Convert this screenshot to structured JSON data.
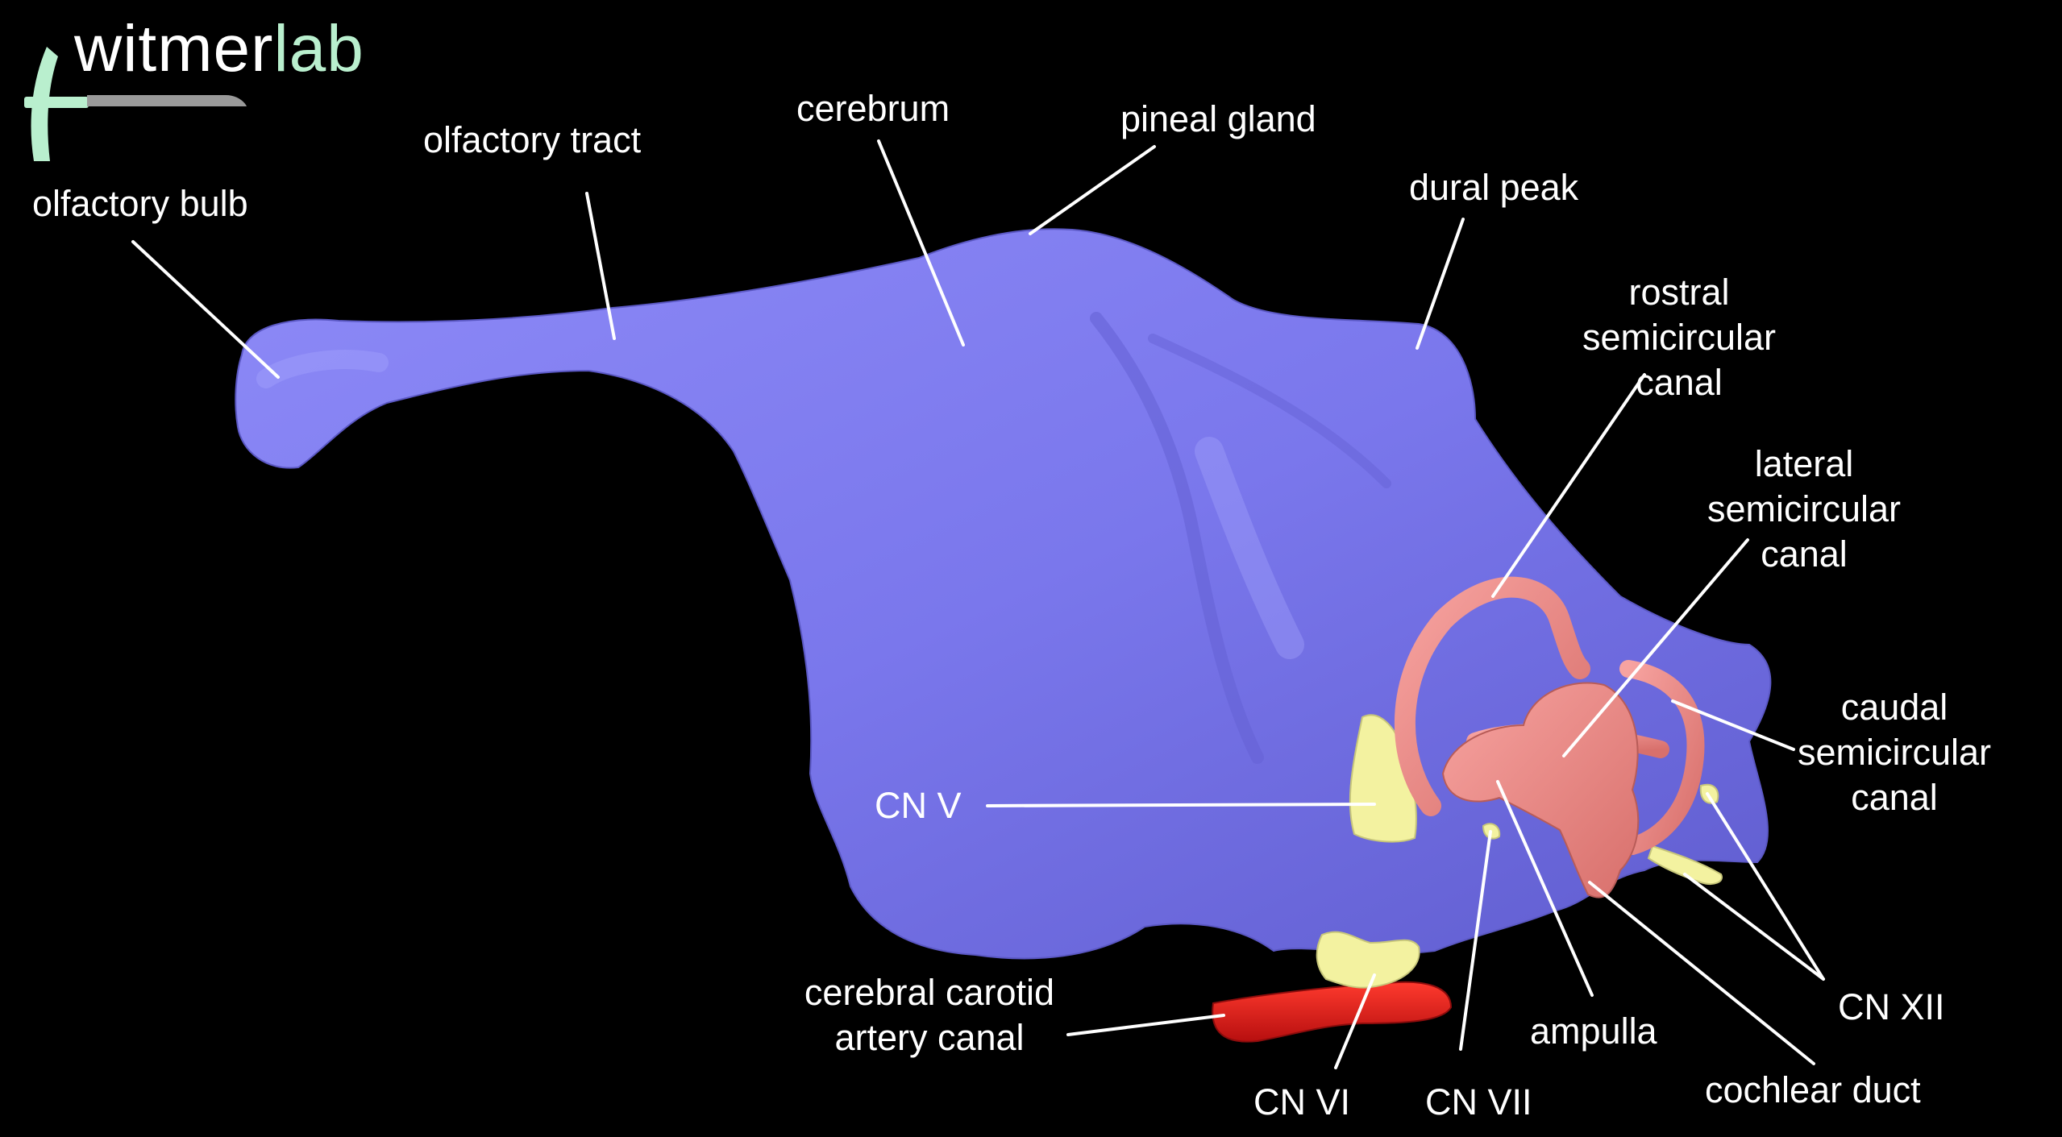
{
  "logo": {
    "text_main": "witmer",
    "text_accent": "lab",
    "colors": {
      "main": "#ffffff",
      "accent": "#b9efce"
    }
  },
  "colors": {
    "background": "#000000",
    "brain": "#7f7cf0",
    "inner_ear": "#ef8c88",
    "nerves": "#f3f2a0",
    "carotid": "#e01b1b",
    "leader_line": "#ffffff",
    "label_text": "#ffffff"
  },
  "labels": {
    "olfactory_bulb": [
      "olfactory bulb"
    ],
    "olfactory_tract": [
      "olfactory tract"
    ],
    "cerebrum": [
      "cerebrum"
    ],
    "pineal_gland": [
      "pineal gland"
    ],
    "dural_peak": [
      "dural peak"
    ],
    "rostral_semicircular_canal": [
      "rostral",
      "semicircular",
      "canal"
    ],
    "lateral_semicircular_canal": [
      "lateral",
      "semicircular",
      "canal"
    ],
    "caudal_semicircular_canal": [
      "caudal",
      "semicircular",
      "canal"
    ],
    "cn_v": [
      "CN V"
    ],
    "cerebral_carotid_artery_canal": [
      "cerebral carotid",
      "artery canal"
    ],
    "cn_vi": [
      "CN VI"
    ],
    "cn_vii": [
      "CN VII"
    ],
    "ampulla": [
      "ampulla"
    ],
    "cn_xii": [
      "CN XII"
    ],
    "cochlear_duct": [
      "cochlear duct"
    ]
  }
}
